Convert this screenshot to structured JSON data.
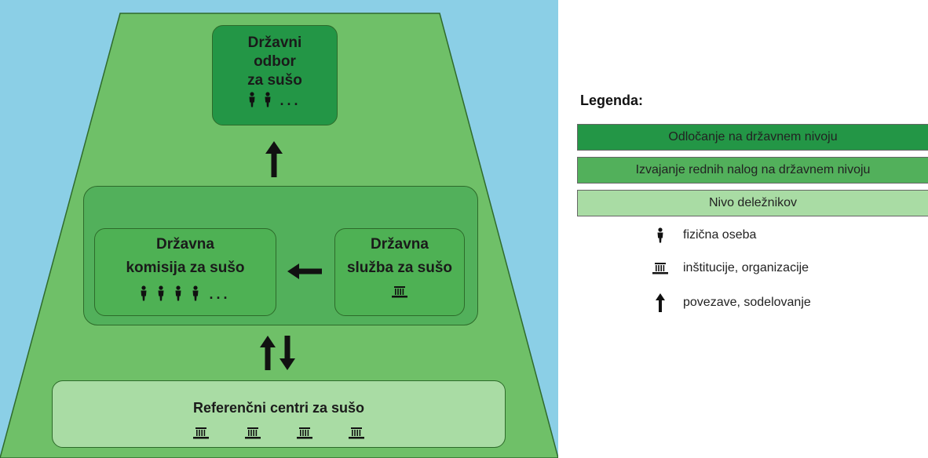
{
  "colors": {
    "sky": "#8bcfe6",
    "trapezoid": "#6fc068",
    "decision_level": "#239646",
    "execution_level": "#52b05b",
    "stakeholder_level": "#a9dca4",
    "icon": "#111111"
  },
  "diagram": {
    "top_box": {
      "title_lines": [
        "Državni",
        "odbor",
        "za sušo"
      ],
      "icons": [
        "person-icon",
        "person-icon"
      ],
      "dots": "..."
    },
    "middle_group": {
      "commission": {
        "title_lines": [
          "Državna",
          "komisija za sušo"
        ],
        "icons": [
          "person-icon",
          "person-icon",
          "person-icon",
          "person-icon"
        ],
        "dots": "..."
      },
      "service": {
        "title_lines": [
          "Državna",
          "služba za sušo"
        ],
        "icons": [
          "building-icon"
        ]
      }
    },
    "bottom_box": {
      "title": "Referenčni centri za sušo",
      "icons": [
        "building-icon",
        "building-icon",
        "building-icon",
        "building-icon"
      ]
    },
    "arrows": [
      "arrow-up",
      "arrow-left",
      "arrow-up",
      "arrow-down"
    ]
  },
  "legend": {
    "title": "Legenda:",
    "levels": [
      {
        "label": "Odločanje na državnem nivoju",
        "color": "#239646"
      },
      {
        "label": "Izvajanje rednih nalog na državnem nivoju",
        "color": "#52b05b"
      },
      {
        "label": "Nivo deležnikov",
        "color": "#a9dca4"
      }
    ],
    "symbols": [
      {
        "icon": "person-icon",
        "label": "fizična oseba"
      },
      {
        "icon": "building-icon",
        "label": "inštitucije, organizacije"
      },
      {
        "icon": "arrow-up-icon",
        "label": "povezave, sodelovanje"
      }
    ]
  }
}
